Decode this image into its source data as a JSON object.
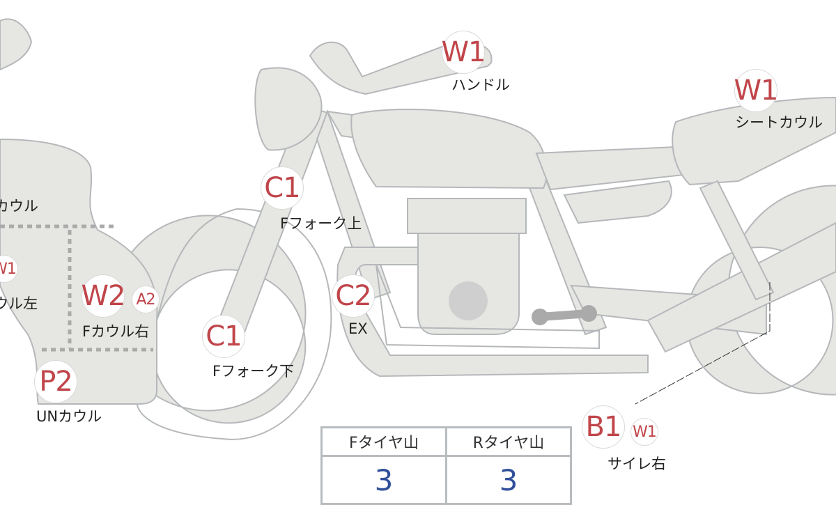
{
  "colors": {
    "part_fill": "#e6e6e3",
    "part_stroke": "#b5b8ba",
    "code": "#c0454a",
    "value": "#2f4f9a"
  },
  "markers": [
    {
      "id": "handle",
      "codes": [
        "W1"
      ],
      "label": "ハンドル"
    },
    {
      "id": "seat-cowl",
      "codes": [
        "W1"
      ],
      "label": "シートカウル"
    },
    {
      "id": "f-cowl-top",
      "codes": [],
      "label": "カウル"
    },
    {
      "id": "f-fork-upper",
      "codes": [
        "C1"
      ],
      "label": "Fフォーク上"
    },
    {
      "id": "f-cowl-left",
      "codes": [
        "W1"
      ],
      "label": "Fカウル左"
    },
    {
      "id": "f-cowl-right",
      "codes": [
        "W2",
        "A2"
      ],
      "label": "Fカウル右"
    },
    {
      "id": "f-fork-lower",
      "codes": [
        "C1"
      ],
      "label": "Fフォーク下"
    },
    {
      "id": "exhaust",
      "codes": [
        "C2"
      ],
      "label": "EX"
    },
    {
      "id": "under-cowl",
      "codes": [
        "P2"
      ],
      "label": "UNカウル"
    },
    {
      "id": "silencer-right",
      "codes": [
        "B1",
        "W1"
      ],
      "label": "サイレ右"
    }
  ],
  "tire_table": {
    "headers": [
      "Fタイヤ山",
      "Rタイヤ山"
    ],
    "values": [
      "3",
      "3"
    ]
  }
}
